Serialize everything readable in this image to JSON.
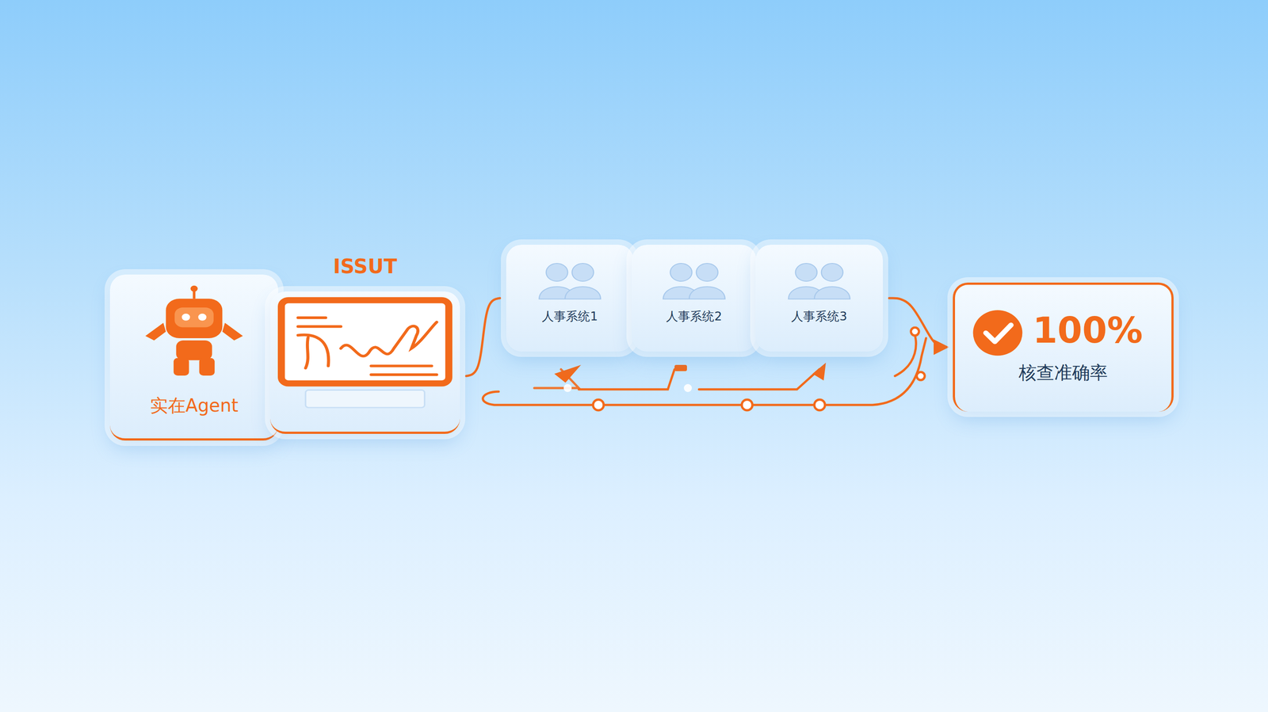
{
  "diagram": {
    "nodes": [
      {
        "text": [
          "实在Agent"
        ]
      },
      {
        "text": [
          "ISSUT"
        ]
      },
      {
        "text": [
          "人事系统1"
        ]
      },
      {
        "text": [
          "人事系统2"
        ]
      },
      {
        "text": [
          "人事系统3"
        ]
      },
      {
        "text": [
          "100%",
          "核查准确率"
        ]
      }
    ],
    "edges": [
      {
        "from": 0,
        "to": 1,
        "arrow": "none"
      },
      {
        "from": 1,
        "to": 2,
        "arrow": "none"
      },
      {
        "from": 2,
        "to": 3,
        "arrow": "none"
      },
      {
        "from": 3,
        "to": 4,
        "arrow": "none"
      },
      {
        "from": 4,
        "to": 5,
        "arrow": "to"
      }
    ]
  }
}
